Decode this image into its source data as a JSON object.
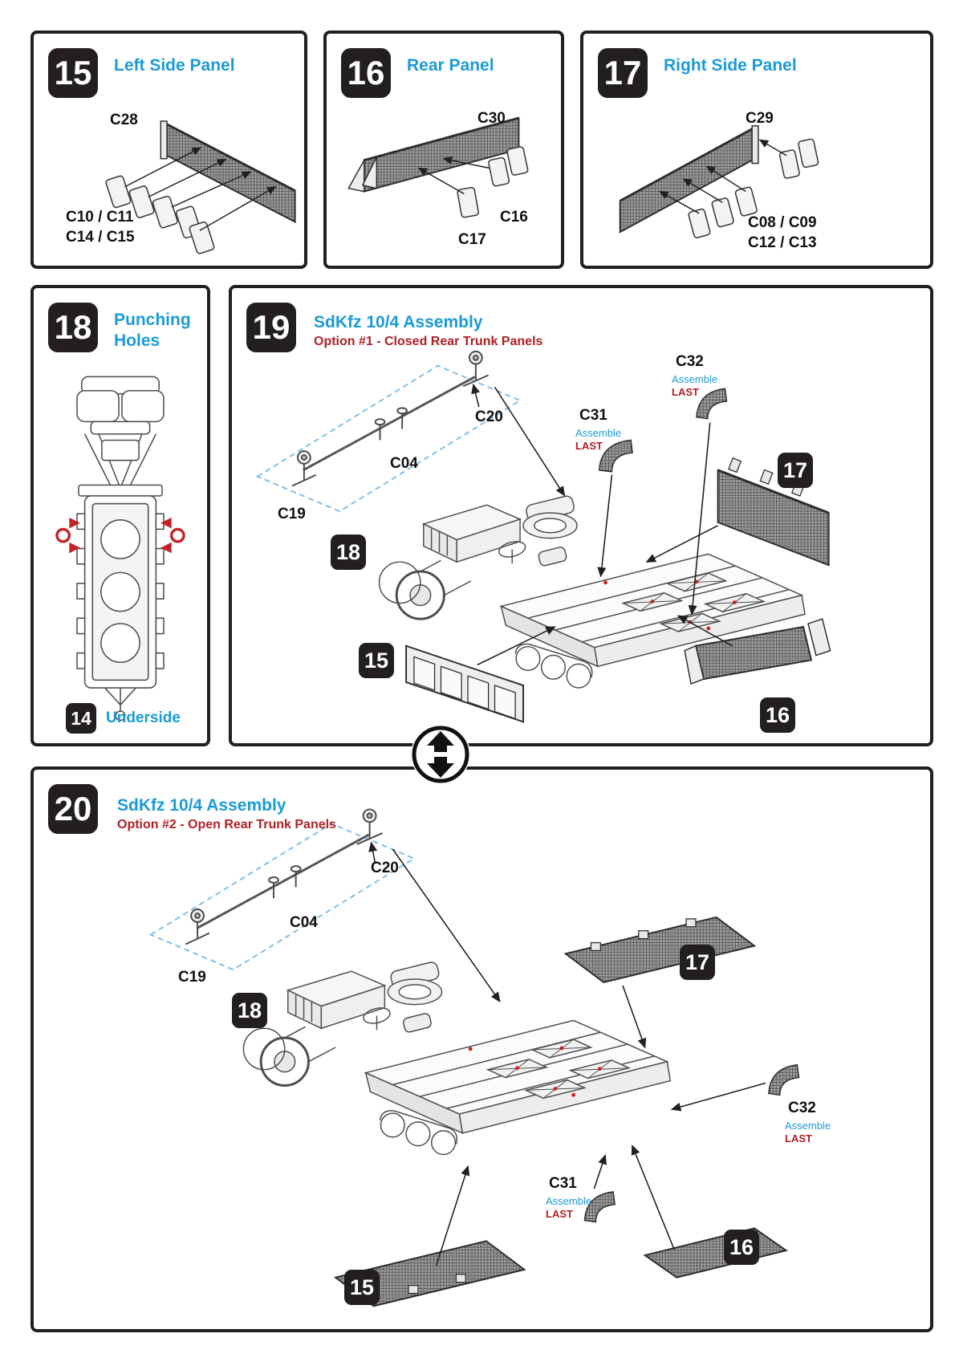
{
  "shared": {
    "assemble": "Assemble",
    "last": "LAST"
  },
  "icons": {
    "flip_icon": "double-vertical-arrow"
  },
  "colors": {
    "title_blue": "#1B9AD7",
    "subtitle_red": "#B01E24",
    "badge_black": "#231F20",
    "highlight_red": "#C42127",
    "dashed_blue": "#7FBFE8"
  },
  "steps": {
    "s15": {
      "number": "15",
      "title": "Left Side Panel",
      "label_c28": "C28",
      "label_row1": "C10 / C11",
      "label_row2": "C14 / C15"
    },
    "s16": {
      "number": "16",
      "title": "Rear Panel",
      "label_c30": "C30",
      "label_c16": "C16",
      "label_c17": "C17"
    },
    "s17": {
      "number": "17",
      "title": "Right Side Panel",
      "label_c29": "C29",
      "label_row1": "C08 / C09",
      "label_row2": "C12 / C13"
    },
    "s18": {
      "number": "18",
      "title": "Punching\nHoles",
      "footer_badge": "14",
      "footer_label": "Underside"
    },
    "s19": {
      "number": "19",
      "title": "SdKfz 10/4 Assembly",
      "subtitle": "Option #1 - Closed Rear Trunk Panels",
      "label_c32": "C32",
      "label_c31": "C31",
      "label_c20": "C20",
      "label_c04": "C04",
      "label_c19": "C19",
      "ref17": "17",
      "ref18": "18",
      "ref15": "15",
      "ref16": "16"
    },
    "s20": {
      "number": "20",
      "title": "SdKfz 10/4 Assembly",
      "subtitle": "Option #2 - Open Rear Trunk Panels",
      "label_c32": "C32",
      "label_c31": "C31",
      "label_c20": "C20",
      "label_c04": "C04",
      "label_c19": "C19",
      "ref17": "17",
      "ref18": "18",
      "ref15": "15",
      "ref16": "16"
    }
  }
}
